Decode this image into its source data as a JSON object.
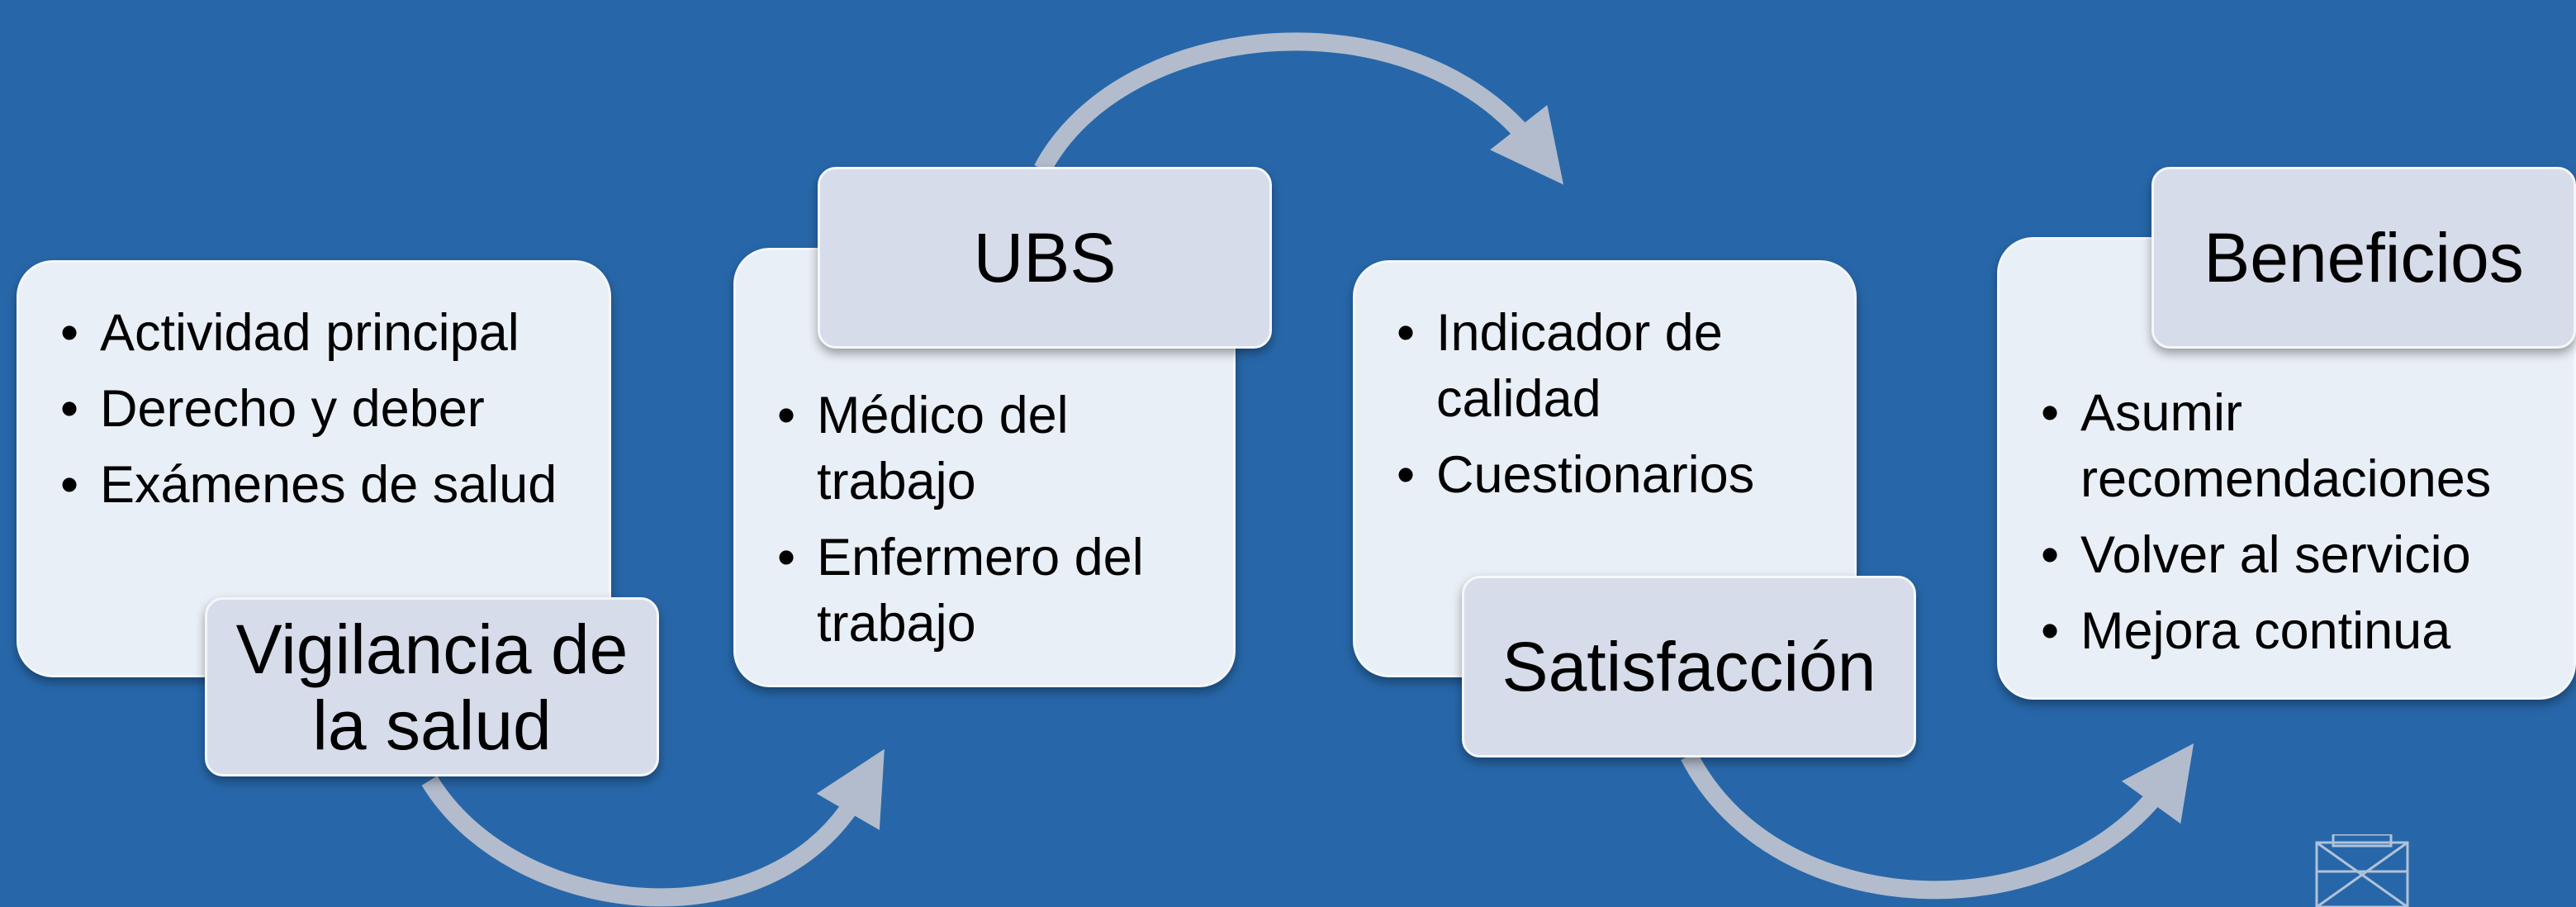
{
  "colors": {
    "background": "#2767a9",
    "card_fill": "#e9eff6",
    "label_fill": "#d6dce9",
    "arrow": "#b3bccc"
  },
  "steps": [
    {
      "label": "Vigilancia de la salud",
      "items": [
        "Actividad principal",
        "Derecho y deber",
        "Exámenes de salud"
      ]
    },
    {
      "label": "UBS",
      "items": [
        "Médico del trabajo",
        "Enfermero del trabajo"
      ]
    },
    {
      "label": "Satisfacción",
      "items": [
        "Indicador de calidad",
        "Cuestionarios"
      ]
    },
    {
      "label": "Beneficios",
      "items": [
        "Asumir recomendaciones",
        "Volver al servicio",
        "Mejora continua"
      ]
    }
  ]
}
